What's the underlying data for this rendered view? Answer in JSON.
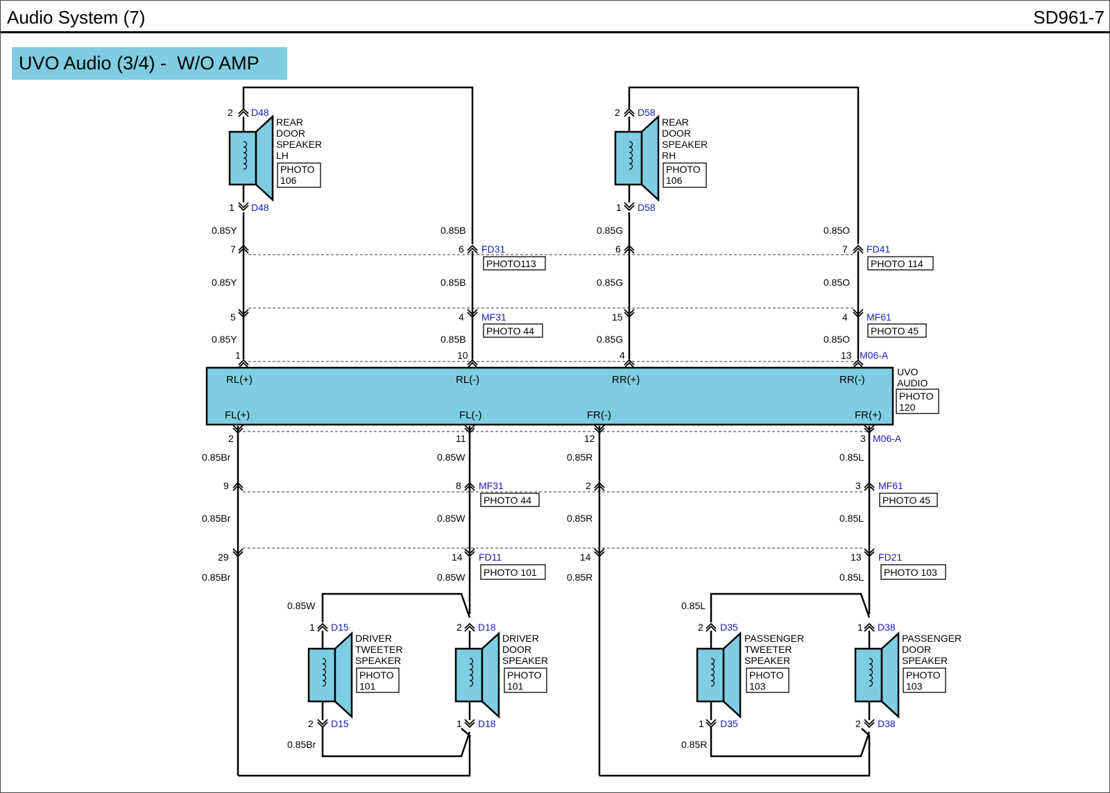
{
  "header": {
    "title": "Audio System (7)",
    "code": "SD961-7"
  },
  "section": {
    "title": "UVO Audio (3/4) -  W/O AMP"
  },
  "colors": {
    "component_fill": "#7ecde2",
    "connector_text": "#1a1ab4",
    "line": "#000000"
  },
  "head_unit": {
    "name_lines": [
      "UVO",
      "AUDIO"
    ],
    "photo": [
      "PHOTO",
      "120"
    ],
    "top_ports": [
      "RL(+)",
      "RL(-)",
      "RR(+)",
      "RR(-)"
    ],
    "bottom_ports": [
      "FL(+)",
      "FL(-)",
      "FR(-)",
      "FR(+)"
    ],
    "top_connector": "M06-A",
    "bottom_connector": "M06-A"
  },
  "speakers": {
    "rear_lh": {
      "name_lines": [
        "REAR",
        "DOOR",
        "SPEAKER",
        "LH"
      ],
      "photo": [
        "PHOTO",
        "106"
      ],
      "top_pin": "2",
      "top_connector": "D48",
      "bottom_pin": "1",
      "bottom_connector": "D48"
    },
    "rear_rh": {
      "name_lines": [
        "REAR",
        "DOOR",
        "SPEAKER",
        "RH"
      ],
      "photo": [
        "PHOTO",
        "106"
      ],
      "top_pin": "2",
      "top_connector": "D58",
      "bottom_pin": "1",
      "bottom_connector": "D58"
    },
    "driver_tweeter": {
      "name_lines": [
        "DRIVER",
        "TWEETER",
        "SPEAKER"
      ],
      "photo": [
        "PHOTO",
        "101"
      ],
      "top_pin": "1",
      "top_connector": "D15",
      "bottom_pin": "2",
      "bottom_connector": "D15"
    },
    "driver_door": {
      "name_lines": [
        "DRIVER",
        "DOOR",
        "SPEAKER"
      ],
      "photo": [
        "PHOTO",
        "101"
      ],
      "top_pin": "2",
      "top_connector": "D18",
      "bottom_pin": "1",
      "bottom_connector": "D18"
    },
    "passenger_tweeter": {
      "name_lines": [
        "PASSENGER",
        "TWEETER",
        "SPEAKER"
      ],
      "photo": [
        "PHOTO",
        "103"
      ],
      "top_pin": "2",
      "top_connector": "D35",
      "bottom_pin": "1",
      "bottom_connector": "D35"
    },
    "passenger_door": {
      "name_lines": [
        "PASSENGER",
        "DOOR",
        "SPEAKER"
      ],
      "photo": [
        "PHOTO",
        "103"
      ],
      "top_pin": "1",
      "top_connector": "D38",
      "bottom_pin": "2",
      "bottom_connector": "D38"
    }
  },
  "upper_connectors": {
    "fd31": {
      "name": "FD31",
      "photo": "PHOTO113"
    },
    "fd41": {
      "name": "FD41",
      "photo": "PHOTO 114"
    },
    "mf31": {
      "name": "MF31",
      "photo": "PHOTO 44"
    },
    "mf61": {
      "name": "MF61",
      "photo": "PHOTO 45"
    }
  },
  "lower_connectors": {
    "mf31": {
      "name": "MF31",
      "photo": "PHOTO 44"
    },
    "mf61": {
      "name": "MF61",
      "photo": "PHOTO 45"
    },
    "fd11": {
      "name": "FD11",
      "photo": "PHOTO 101"
    },
    "fd21": {
      "name": "FD21",
      "photo": "PHOTO 103"
    }
  },
  "upper_wires": {
    "rl_plus": {
      "wire": "0.85Y",
      "pins": [
        "7",
        "5",
        "1"
      ]
    },
    "rl_minus": {
      "wire": "0.85B",
      "pins": [
        "6",
        "4",
        "10"
      ]
    },
    "rr_plus": {
      "wire": "0.85G",
      "pins": [
        "6",
        "15",
        "4"
      ]
    },
    "rr_minus": {
      "wire": "0.85O",
      "pins": [
        "7",
        "4",
        "13"
      ]
    }
  },
  "lower_wires": {
    "fl_plus": {
      "wire": "0.85Br",
      "pins": [
        "2",
        "9",
        "29"
      ]
    },
    "fl_minus": {
      "wire": "0.85W",
      "pins": [
        "11",
        "8",
        "14"
      ]
    },
    "fr_minus": {
      "wire": "0.85R",
      "pins": [
        "12",
        "2",
        "14"
      ]
    },
    "fr_plus": {
      "wire": "0.85L",
      "pins": [
        "3",
        "3",
        "13"
      ]
    }
  },
  "branch_wires": {
    "driver_top": "0.85W",
    "driver_bottom": "0.85Br",
    "passenger_top": "0.85L",
    "passenger_bottom": "0.85R"
  }
}
